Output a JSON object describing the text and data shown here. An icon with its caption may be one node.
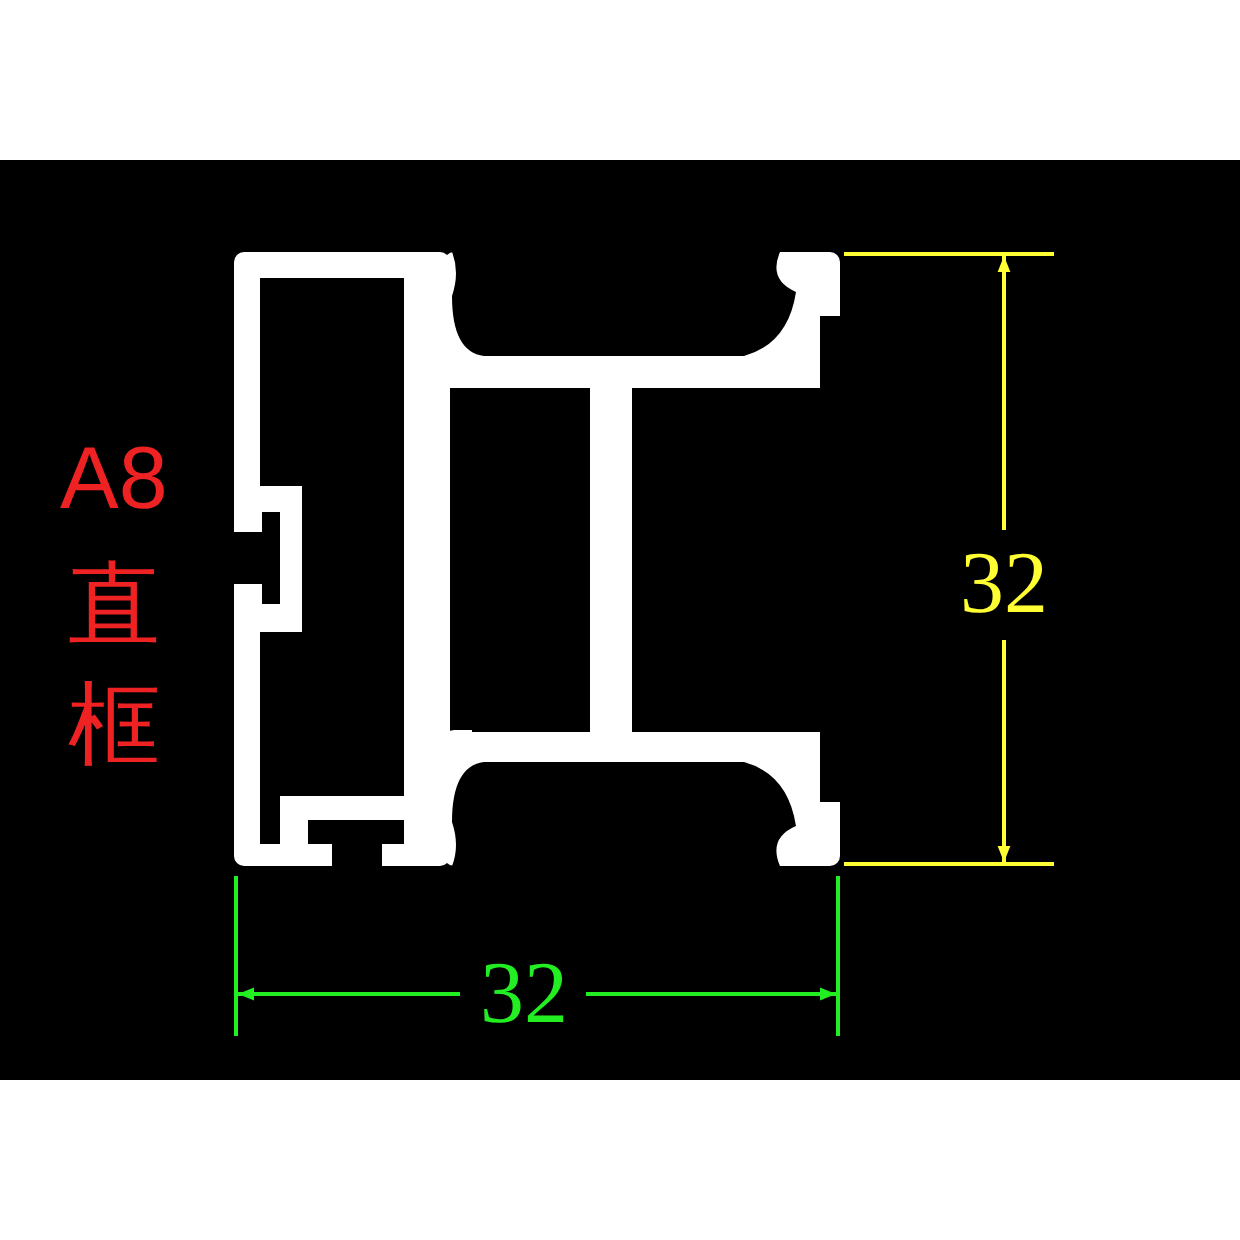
{
  "diagram": {
    "labels": [
      "A8",
      "直框",
      "32",
      "32"
    ]
  }
}
